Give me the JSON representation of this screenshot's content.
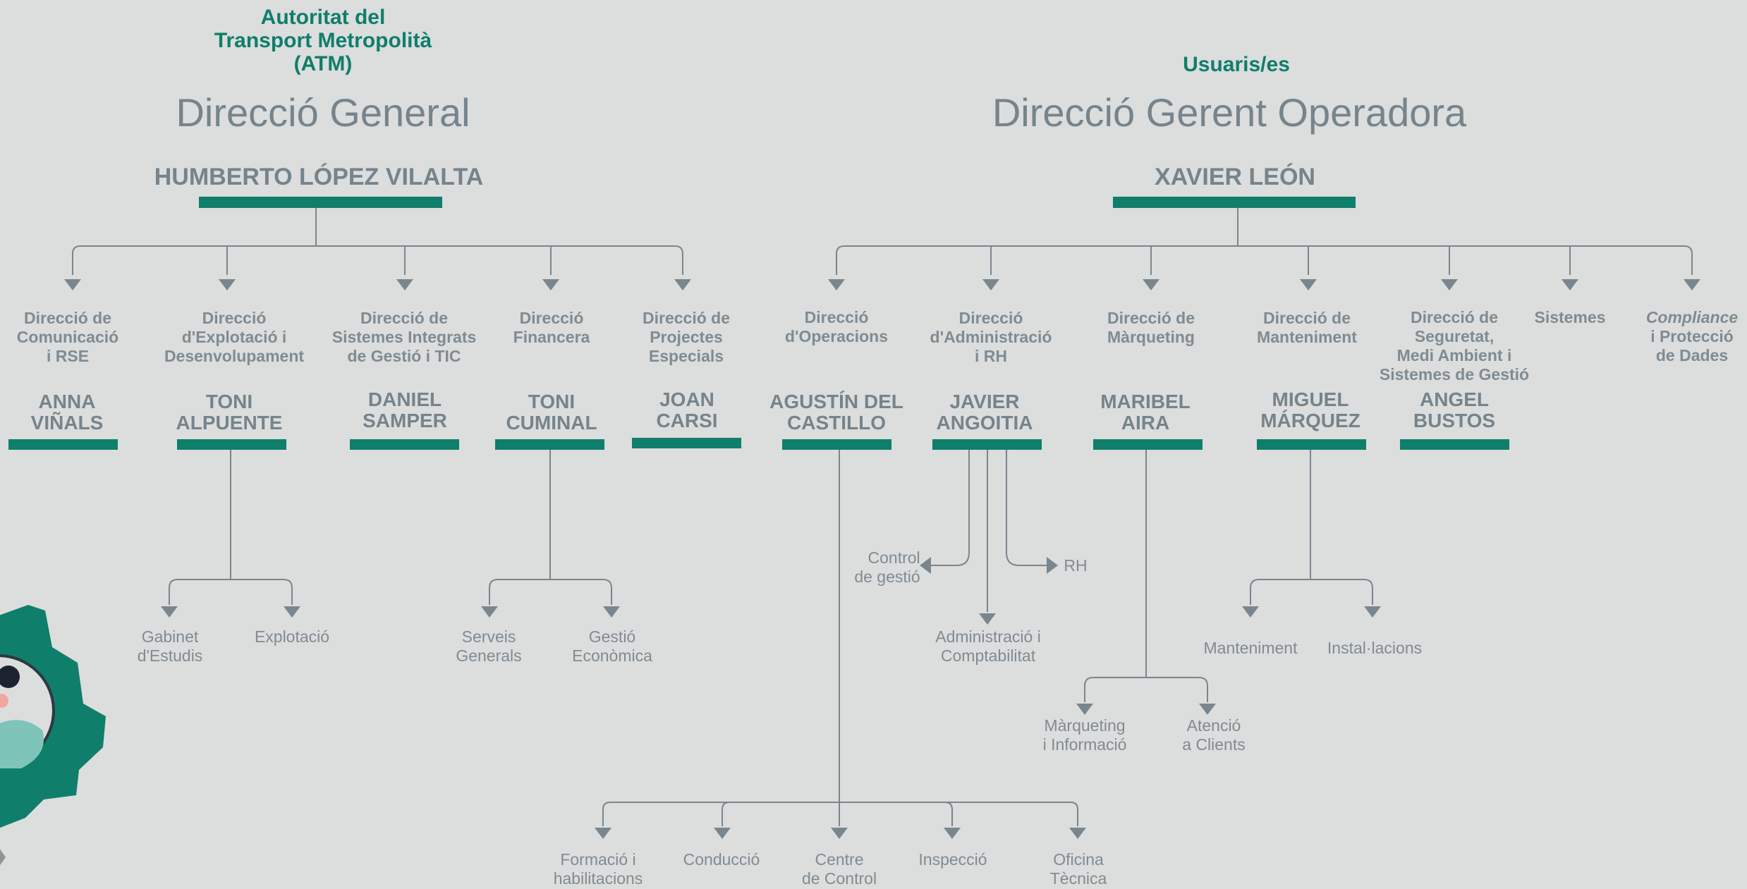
{
  "atm_label": "Autoritat del\nTransport Metropolità\n(ATM)",
  "users_label": "Usuaris/es",
  "left": {
    "title": "Direcció General",
    "head": "HUMBERTO LÓPEZ VILALTA",
    "departments": [
      {
        "dept": "Direcció de\nComunicació\ni RSE",
        "person": "ANNA\nVIÑALS"
      },
      {
        "dept": "Direcció\nd'Explotació i\nDesenvolupament",
        "person": "TONI\nALPUENTE"
      },
      {
        "dept": "Direcció de\nSistemes Integrats\nde Gestió i TIC",
        "person": "DANIEL\nSAMPER"
      },
      {
        "dept": "Direcció\nFinancera",
        "person": "TONI\nCUMINAL"
      },
      {
        "dept": "Direcció de\nProjectes\nEspecials",
        "person": "JOAN\nCARSI"
      }
    ],
    "alpuente_subunits": [
      "Gabinet\nd'Estudis",
      "Explotació"
    ],
    "cuminal_subunits": [
      "Serveis\nGenerals",
      "Gestió\nEconòmica"
    ]
  },
  "right": {
    "title": "Direcció Gerent Operadora",
    "head": "XAVIER LEÓN",
    "departments": [
      {
        "dept": "Direcció\nd'Operacions",
        "person": "AGUSTÍN DEL\nCASTILLO"
      },
      {
        "dept": "Direcció\nd'Administració\ni RH",
        "person": "JAVIER\nANGOITIA"
      },
      {
        "dept": "Direcció de\nMàrqueting",
        "person": "MARIBEL\nAIRA"
      },
      {
        "dept": "Direcció de\nManteniment",
        "person": "MIGUEL\nMÁRQUEZ"
      },
      {
        "dept": "Direcció de\nSeguretat,\nMedi Ambient i\nSistemes de Gestió",
        "person": "ANGEL\nBUSTOS"
      },
      {
        "dept": "Sistemes",
        "person": ""
      },
      {
        "dept_italic": "Compliance",
        "dept": "i Protecció\nde Dades",
        "person": ""
      }
    ],
    "angoitia_subunits": {
      "control": "Control\nde gestió",
      "rh": "RH",
      "admin": "Administració i\nComptabilitat"
    },
    "aira_subunits": [
      "Màrqueting\ni Informació",
      "Atenció\na Clients"
    ],
    "marquez_subunits": [
      "Manteniment",
      "Instal·lacions"
    ],
    "operacions_subunits": [
      "Formació i\nhabilitacions",
      "Conducció",
      "Centre\nde Control",
      "Inspecció",
      "Oficina\nTècnica"
    ]
  },
  "colors": {
    "green": "#0f7e6b",
    "grey_text": "#76848b",
    "line": "#7a868d",
    "background": "#dcdddd"
  }
}
